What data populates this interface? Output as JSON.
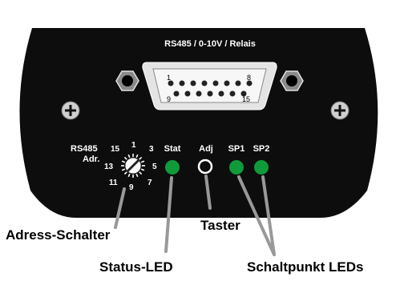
{
  "panel": {
    "connector_label": "RS485 / 0-10V / Relais",
    "connector_pins": {
      "pin1": "1",
      "pin8": "8",
      "pin9": "9",
      "pin15": "15"
    },
    "switch_caption_line1": "RS485",
    "switch_caption_line2": "Adr.",
    "switch_digits": {
      "d15": "15",
      "d1": "1",
      "d3": "3",
      "d13": "13",
      "d5": "5",
      "d11": "11",
      "d9": "9",
      "d7": "7"
    },
    "stat_label": "Stat",
    "adj_label": "Adj",
    "sp1_label": "SP1",
    "sp2_label": "SP2"
  },
  "callouts": {
    "adress": "Adress-Schalter",
    "status": "Status-LED",
    "taster": "Taster",
    "schaltpunkt": "Schaltpunkt LEDs"
  },
  "colors": {
    "panel": "#0d0d0d",
    "led": "#109a3a",
    "leader": "#999999"
  }
}
